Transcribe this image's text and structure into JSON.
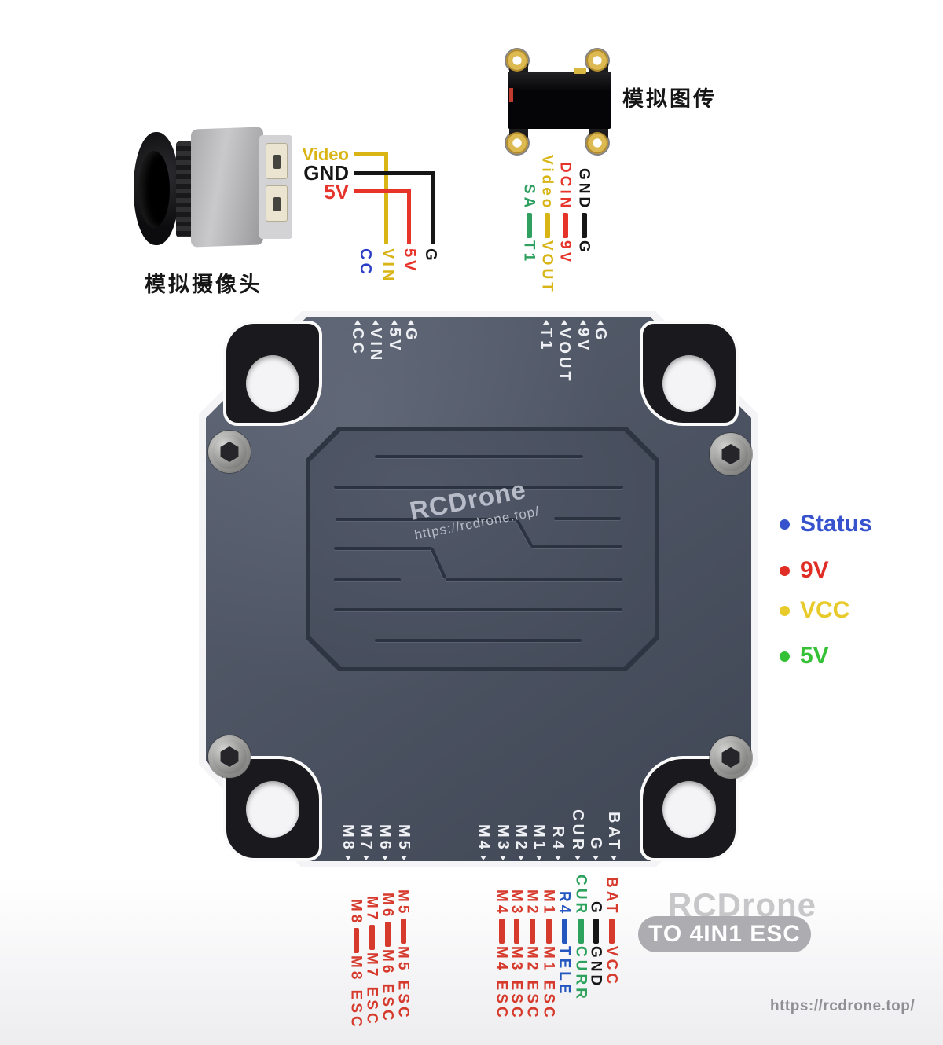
{
  "colors": {
    "wire_yellow": "#d8b414",
    "wire_red": "#e6342b",
    "wire_black": "#161616",
    "wire_blue": "#2b3cc6",
    "wire_green": "#2fa05f",
    "esc_red": "#d63a2c",
    "tele_blue": "#2456c0",
    "curr_green": "#2ca25c",
    "legend_blue": "#3652cc",
    "legend_red": "#e02e26",
    "legend_yellow": "#e8cb2a",
    "legend_green": "#35c135",
    "board_gray": "#4c5362",
    "pcb_black": "#1a1a1e",
    "silkscreen_white": "#eef0f4"
  },
  "camera": {
    "label": "模拟摄像头",
    "wires": [
      {
        "name": "Video"
      },
      {
        "name": "GND"
      },
      {
        "name": "5V"
      }
    ],
    "pins": [
      {
        "name": "CC"
      },
      {
        "name": "VIN"
      },
      {
        "name": "5V"
      },
      {
        "name": "G"
      }
    ]
  },
  "vtx": {
    "label": "模拟图传",
    "connections": [
      {
        "from": "SA",
        "to": "T1"
      },
      {
        "from": "Video",
        "to": "VOUT"
      },
      {
        "from": "DCIN",
        "to": "9V"
      },
      {
        "from": "GND",
        "to": "G"
      }
    ]
  },
  "board": {
    "watermark_line1": "RCDrone",
    "watermark_line2": "https://rcdrone.top/",
    "top_pins_left": [
      "CC",
      "VIN",
      "5V",
      "G"
    ],
    "top_pins_right": [
      "T1",
      "VOUT",
      "9V",
      "G"
    ],
    "bottom_pins_left": [
      "M8",
      "M7",
      "M6",
      "M5"
    ],
    "bottom_pins_right": [
      "M4",
      "M3",
      "M2",
      "M1",
      "R4",
      "CUR",
      "G",
      "BAT"
    ]
  },
  "legend": {
    "items": [
      {
        "label": "Status"
      },
      {
        "label": "9V"
      },
      {
        "label": "VCC"
      },
      {
        "label": "5V"
      }
    ]
  },
  "esc_wiring": {
    "left": [
      {
        "pin": "M8",
        "to": "M8 ESC"
      },
      {
        "pin": "M7",
        "to": "M7 ESC"
      },
      {
        "pin": "M6",
        "to": "M6 ESC"
      },
      {
        "pin": "M5",
        "to": "M5 ESC"
      }
    ],
    "right": [
      {
        "pin": "M4",
        "to": "M4 ESC"
      },
      {
        "pin": "M3",
        "to": "M3 ESC"
      },
      {
        "pin": "M2",
        "to": "M2 ESC"
      },
      {
        "pin": "M1",
        "to": "M1 ESC"
      },
      {
        "pin": "R4",
        "to": "TELE"
      },
      {
        "pin": "CUR",
        "to": "CURR"
      },
      {
        "pin": "G",
        "to": "GND"
      },
      {
        "pin": "BAT",
        "to": "VCC"
      }
    ]
  },
  "footer": {
    "watermark": "RCDrone",
    "badge": "TO 4IN1 ESC",
    "url": "https://rcdrone.top/"
  }
}
